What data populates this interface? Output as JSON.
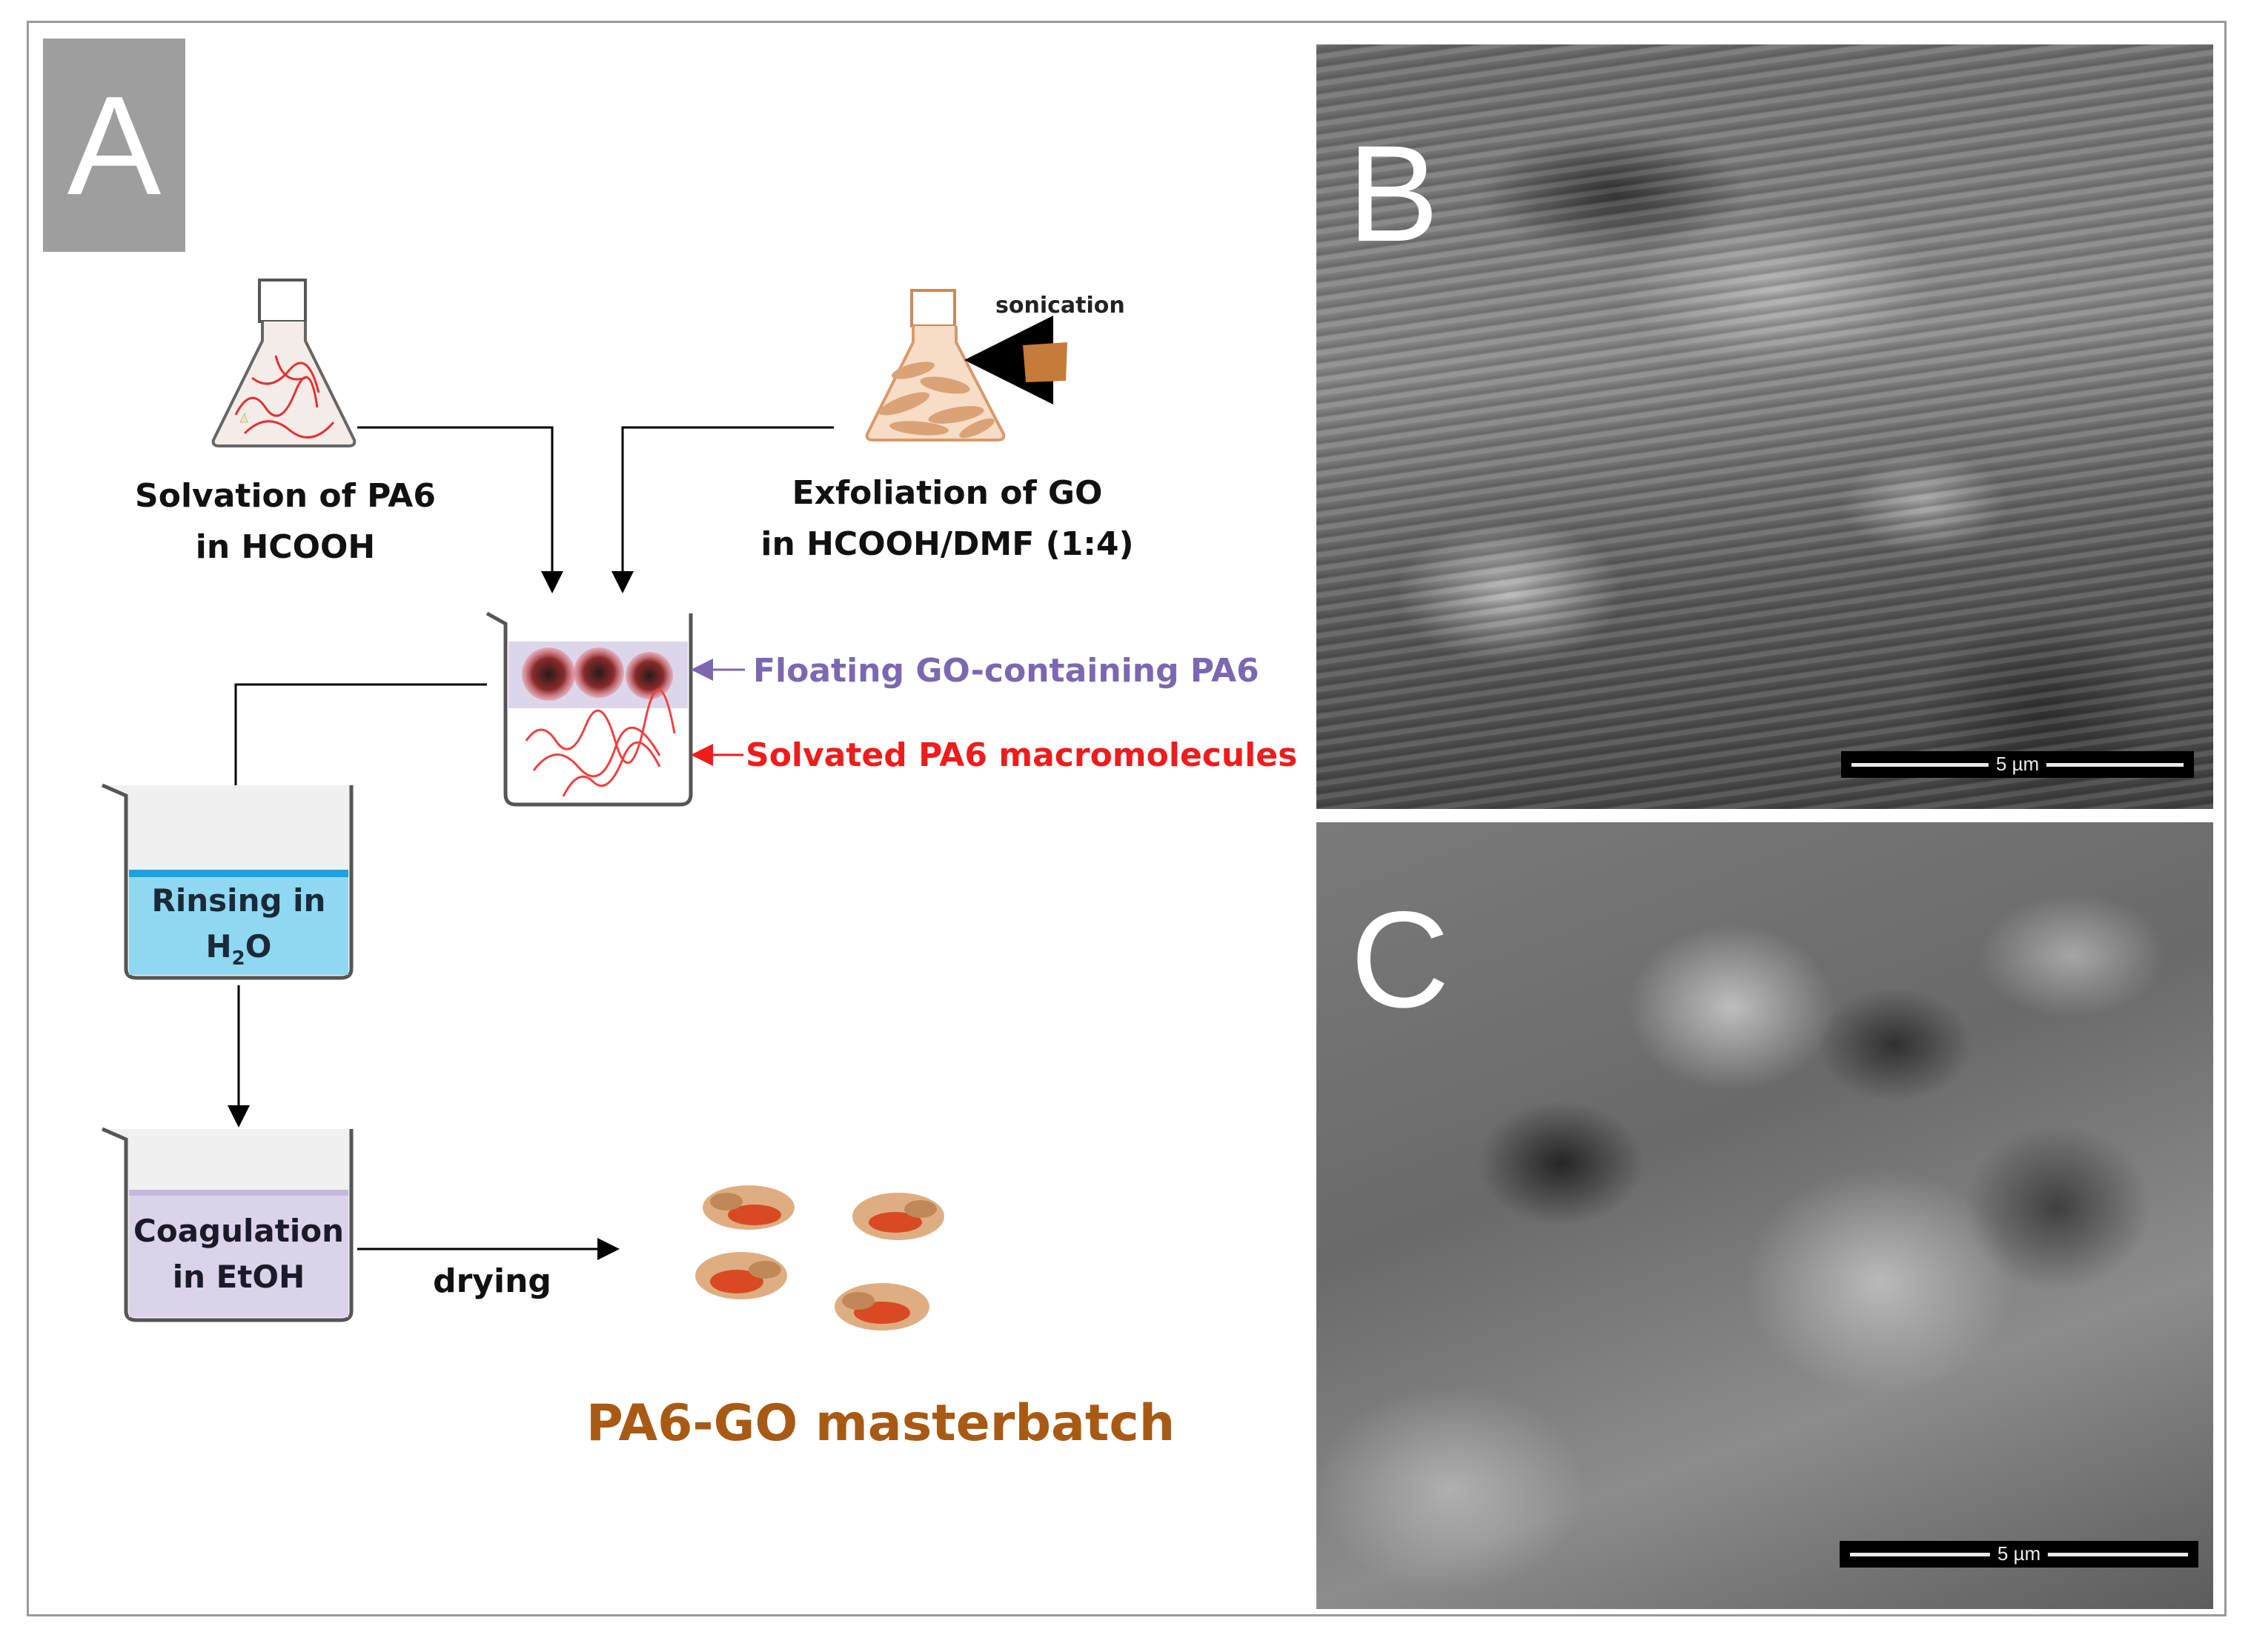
{
  "panels": {
    "a": {
      "letter": "A"
    },
    "b": {
      "letter": "B",
      "scale": "5 µm"
    },
    "c": {
      "letter": "C",
      "scale": "5 µm"
    }
  },
  "steps": {
    "solvation": [
      "Solvation of PA6",
      "in HCOOH"
    ],
    "exfoliation": [
      "Exfoliation of GO",
      "in HCOOH/DMF (1:4)"
    ],
    "sonication": "sonication",
    "floating": "Floating GO-containing PA6",
    "solvated": "Solvated PA6 macromolecules",
    "rinsing": {
      "line1": "Rinsing in",
      "h": "H",
      "sub": "2",
      "o": "O"
    },
    "coagulation": [
      "Coagulation",
      "in EtOH"
    ],
    "drying": "drying",
    "product": "PA6-GO masterbatch"
  },
  "colors": {
    "floating_label": "#7b68b0",
    "solvated_label": "#ee1c1c",
    "product_label": "#a85a14",
    "water": "#8fd8f2",
    "ethanol": "#dad3ea",
    "go": "#d8a06c"
  }
}
